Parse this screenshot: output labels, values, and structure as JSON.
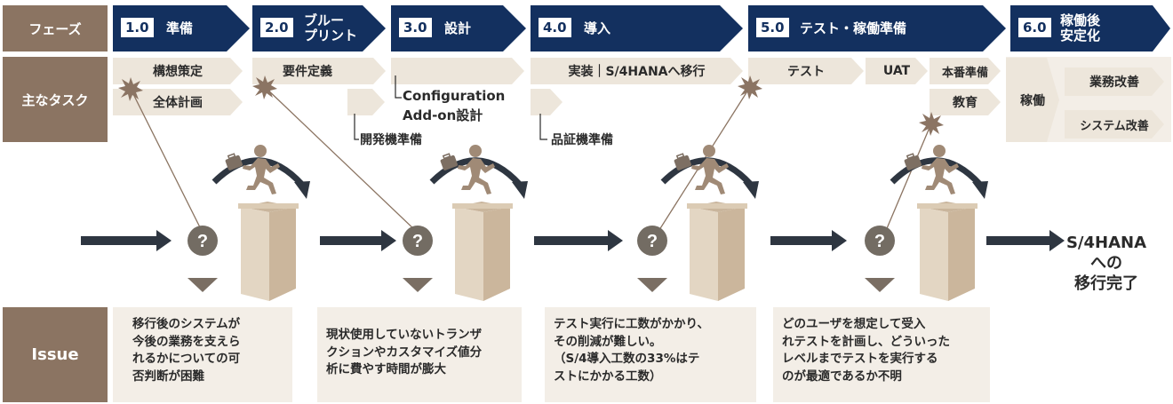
{
  "labels": {
    "phase": "フェーズ",
    "tasks": "主なタスク",
    "issue": "Issue"
  },
  "phases": [
    {
      "num": "1.0",
      "name": "準備"
    },
    {
      "num": "2.0",
      "name": "ブルー\nプリント"
    },
    {
      "num": "3.0",
      "name": "設計"
    },
    {
      "num": "4.0",
      "name": "導入"
    },
    {
      "num": "5.0",
      "name": "テスト・稼働準備"
    },
    {
      "num": "6.0",
      "name": "稼働後\n安定化"
    }
  ],
  "tasks": {
    "t1": "構想策定",
    "t2": "全体計画",
    "t3": "要件定義",
    "t4": "Configuration",
    "t5": "Add-on設計",
    "t6": "開発機準備",
    "t7": "実装｜S/4HANAへ移行",
    "t8": "品証機準備",
    "t9": "テスト",
    "t10": "UAT",
    "t11": "本番準備",
    "t12": "教育",
    "t13": "稼働",
    "t14": "業務改善",
    "t15": "システム改善"
  },
  "result": [
    "S/4HANA",
    "への",
    "移行完了"
  ],
  "question_mark": "?",
  "issues": [
    [
      "移行後のシステムが",
      "今後の業務を支えら",
      "れるかについての可",
      "否判断が困難"
    ],
    [
      "現状使用していないトランザ",
      "クションやカスタマイズ値分",
      "析に費やす時間が膨大"
    ],
    [
      "テスト実行に工数がかかり、",
      "その削減が難しい。",
      "（S/4導入工数の33%はテ",
      "ストにかかる工数）"
    ],
    [
      "どのユーザを想定して受入",
      "れテストを計画し、どういった",
      "レベルまでテストを実行する",
      "のが最適であるか不明"
    ]
  ],
  "colors": {
    "navy": "#13305f",
    "brown": "#8b7462",
    "beige": "#ede6db",
    "cream": "#f3eee7",
    "arrow": "#2e3641",
    "gauge": "#736c63",
    "pillar": "#d6c5ae"
  }
}
